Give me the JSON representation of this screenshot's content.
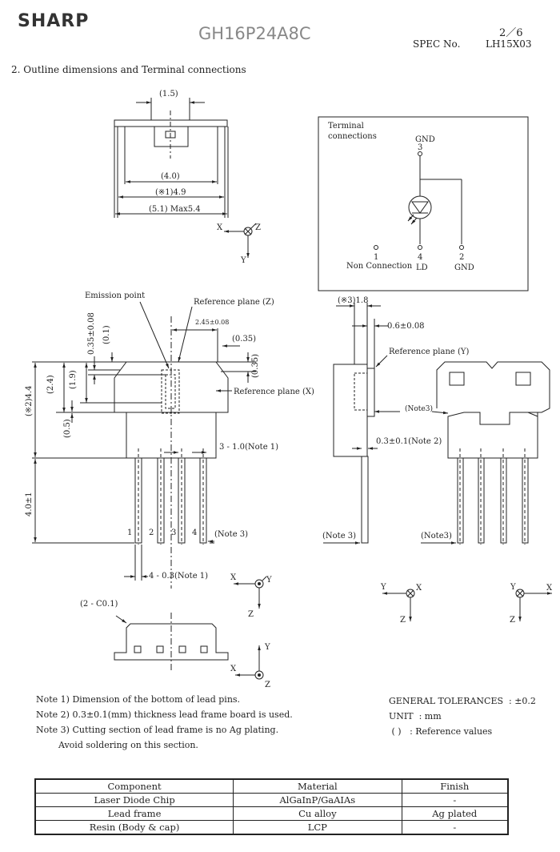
{
  "header": {
    "logo": "SHARP",
    "model": "GH16P24A8C",
    "page": "2／6",
    "spec_label": "SPEC No.",
    "spec_no": "LH15X03"
  },
  "section_title": "2. Outline dimensions and Terminal connections",
  "top_view": {
    "dim_1_5": "(1.5)",
    "dim_4_0": "(4.0)",
    "dim_4_9": "(※1)4.9",
    "dim_5_1": "(5.1) Max5.4"
  },
  "terminal": {
    "title_line1": "Terminal",
    "title_line2": "connections",
    "gnd_top": "GND",
    "pin3": "3",
    "pin1": "1",
    "non_connection": "Non Connection",
    "pin4": "4",
    "ld": "LD",
    "pin2": "2",
    "gnd_bottom": "GND"
  },
  "front_view": {
    "emission_point": "Emission point",
    "ref_plane_z": "Reference plane (Z)",
    "ref_plane_x": "Reference plane (X)",
    "dim_0_35_008": "0.35±0.08",
    "dim_0_1": "(0.1)",
    "dim_2_45": "2.45±0.08",
    "dim_0_35a": "(0.35)",
    "dim_0_35b": "(0.35)",
    "dim_2_4": "(2.4)",
    "dim_1_9": "(1.9)",
    "dim_4_4": "(※2)4.4",
    "dim_0_5": "(0.5)",
    "dim_3_1_0": "3 - 1.0(Note 1)",
    "dim_4_0_1": "4.0±1",
    "pins": [
      "1",
      "2",
      "3",
      "4"
    ],
    "note3": "(Note 3)",
    "dim_4_0_3": "4 - 0.3(Note 1)",
    "c01": "(2 - C0.1)"
  },
  "side_view": {
    "dim_1_8": "(※3)1.8",
    "dim_0_6": "0.6±0.08",
    "ref_plane_y": "Reference plane (Y)",
    "note3_side": "(Note3)",
    "dim_0_3": "0.3±0.1(Note 2)",
    "note3_bottom": "(Note 3)",
    "note3_right": "(Note3)"
  },
  "axes": {
    "x": "X",
    "y": "Y",
    "z": "Z"
  },
  "notes": [
    "Note 1) Dimension of the bottom of lead pins.",
    "Note 2) 0.3±0.1(mm) thickness lead frame board is used.",
    "Note 3) Cutting section of lead frame is no Ag plating.",
    "        Avoid soldering on this section."
  ],
  "tolerances": [
    "GENERAL TOLERANCES  : ±0.2",
    "UNIT  : mm",
    " ( )   : Reference values"
  ],
  "materials": {
    "headers": [
      "Component",
      "Material",
      "Finish"
    ],
    "rows": [
      [
        "Laser Diode Chip",
        "AlGaInP/GaAIAs",
        "-"
      ],
      [
        "Lead frame",
        "Cu alloy",
        "Ag plated"
      ],
      [
        "Resin (Body & cap)",
        "LCP",
        "-"
      ]
    ]
  }
}
